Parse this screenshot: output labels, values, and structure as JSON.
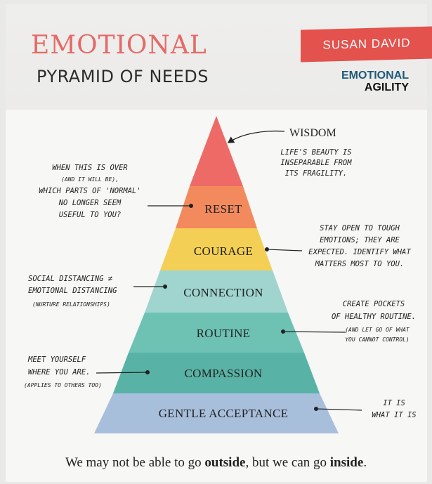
{
  "header": {
    "title": "EMOTIONAL",
    "subtitle": "PYRAMID OF NEEDS",
    "author": "SUSAN DAVID",
    "book_title_line1": "EMOTIONAL",
    "book_title_line2": "AGILITY"
  },
  "pyramid": {
    "levels": [
      {
        "label": "WISDOM",
        "color": "#ee6a66"
      },
      {
        "label": "RESET",
        "color": "#f28a5e"
      },
      {
        "label": "COURAGE",
        "color": "#f3cf55"
      },
      {
        "label": "CONNECTION",
        "color": "#9fd4cf"
      },
      {
        "label": "ROUTINE",
        "color": "#6ec2b4"
      },
      {
        "label": "COMPASSION",
        "color": "#58b3a6"
      },
      {
        "label": "GENTLE ACCEPTANCE",
        "color": "#a8bfdc"
      }
    ]
  },
  "notes": {
    "wisdom": [
      "LIFE'S BEAUTY IS",
      "INSEPARABLE FROM",
      "ITS FRAGILITY."
    ],
    "reset": [
      "WHEN THIS IS OVER",
      "(AND IT WILL BE),",
      "WHICH PARTS OF 'NORMAL'",
      "NO LONGER SEEM",
      "USEFUL TO YOU?"
    ],
    "courage": [
      "STAY OPEN TO TOUGH",
      "EMOTIONS; THEY ARE",
      "EXPECTED. IDENTIFY WHAT",
      "MATTERS MOST TO YOU."
    ],
    "connection": [
      "SOCIAL DISTANCING ≠",
      "EMOTIONAL DISTANCING",
      "(NURTURE RELATIONSHIPS)"
    ],
    "routine": [
      "CREATE POCKETS",
      "OF HEALTHY ROUTINE.",
      "(AND LET GO OF WHAT",
      "YOU CANNOT CONTROL)"
    ],
    "compassion": [
      "MEET YOURSELF",
      "WHERE YOU ARE.",
      "(APPLIES TO OTHERS TOO)"
    ],
    "acceptance": [
      "IT IS",
      "WHAT IT IS"
    ]
  },
  "footer": {
    "part1": "We may not be able to go ",
    "bold1": "outside",
    "part2": ", but we can go ",
    "bold2": "inside",
    "part3": "."
  }
}
